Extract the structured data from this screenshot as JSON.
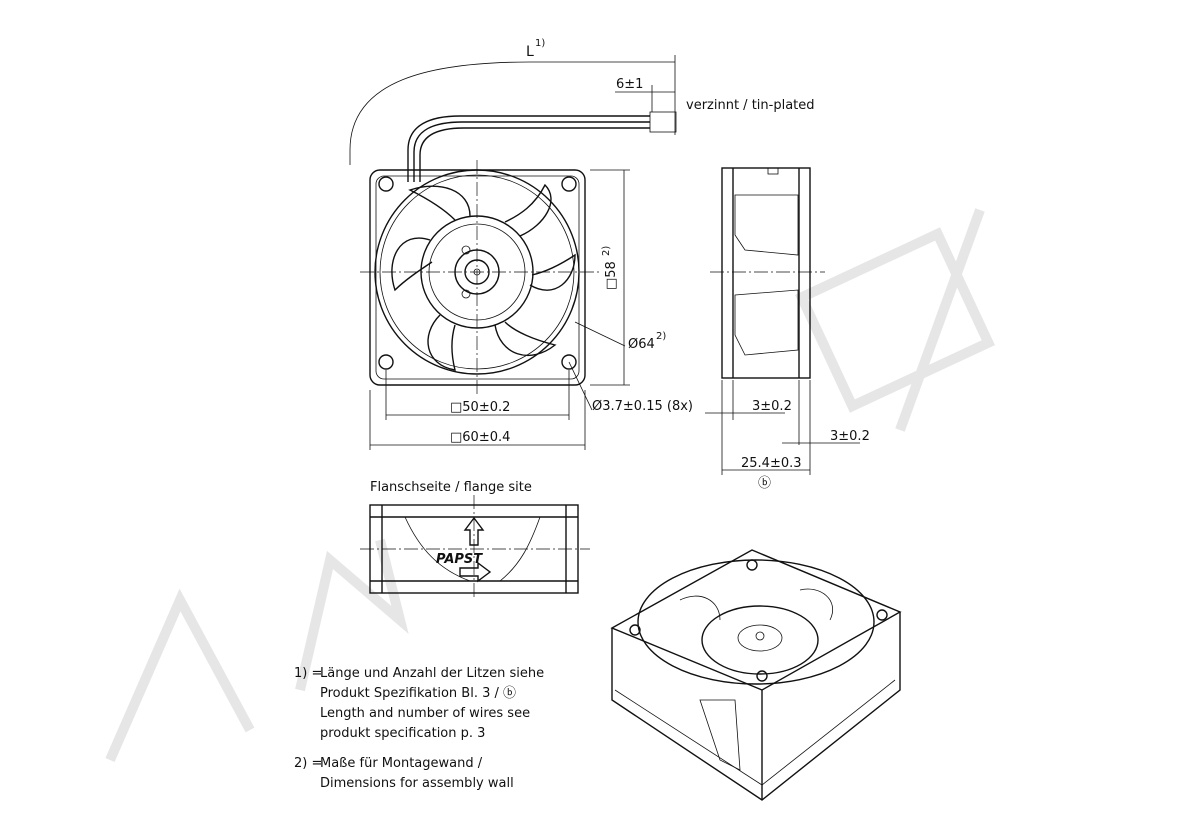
{
  "dimensions": {
    "cable_length": "L",
    "cable_length_note": "1)",
    "strip_length": "6±1",
    "strip_note": "verzinnt / tin-plated",
    "mount_square": "□58",
    "mount_square_note": "2)",
    "mount_diameter": "Ø64",
    "mount_diameter_note": "2)",
    "hole_diameter": "Ø3.7±0.15 (8x)",
    "hole_spacing": "□50±0.2",
    "frame_size": "□60±0.4",
    "flange_thickness_1": "3±0.2",
    "flange_thickness_2": "3±0.2",
    "depth": "25.4±0.3",
    "depth_ref": "ⓑ"
  },
  "flange_view": {
    "title": "Flanschseite / flange site",
    "logo": "PAPST"
  },
  "notes": [
    {
      "marker": "1) =",
      "lines": [
        "Länge und Anzahl der Litzen siehe",
        "Produkt Spezifikation Bl. 3 / ⓑ",
        "Length and number of wires  see",
        "produkt specification p. 3"
      ]
    },
    {
      "marker": "2) =",
      "lines": [
        "Maße für Montagewand /",
        "Dimensions for assembly wall"
      ]
    }
  ]
}
